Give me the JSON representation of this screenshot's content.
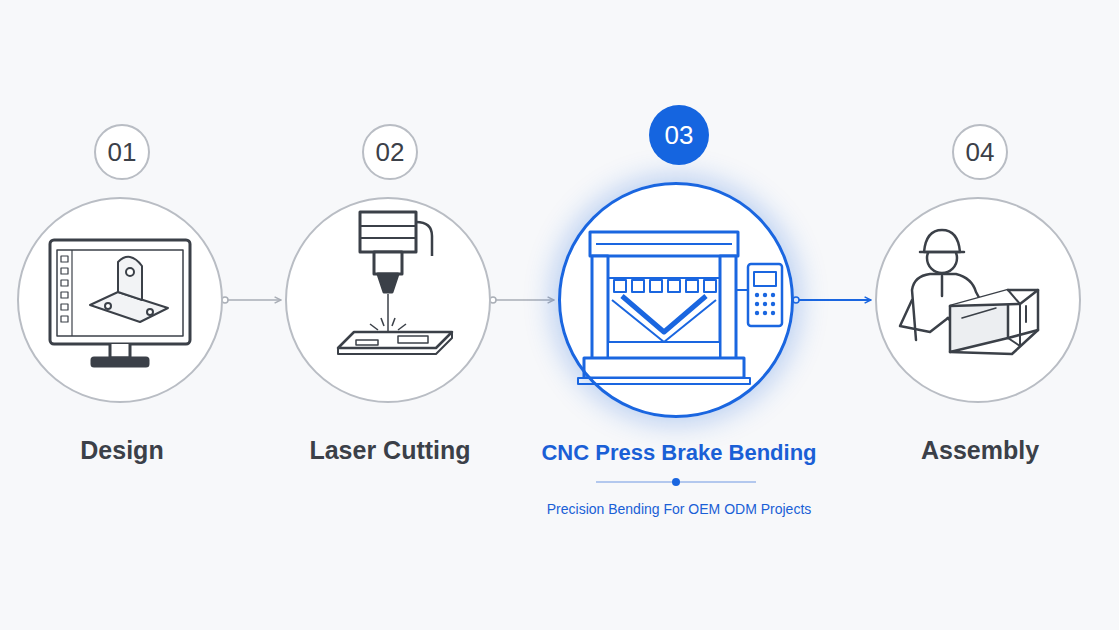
{
  "diagram": {
    "nodes": [
      {
        "text": [
          "01",
          "Design"
        ]
      },
      {
        "text": [
          "02",
          "Laser Cutting"
        ]
      },
      {
        "text": [
          "03",
          "CNC Press Brake Bending",
          "Precision Bending For OEM ODM Projects"
        ]
      },
      {
        "text": [
          "04",
          "Assembly"
        ]
      }
    ],
    "edges": [
      {
        "from": 0,
        "to": 1,
        "arrow": "to"
      },
      {
        "from": 1,
        "to": 2,
        "arrow": "to"
      },
      {
        "from": 2,
        "to": 3,
        "arrow": "to"
      }
    ]
  }
}
